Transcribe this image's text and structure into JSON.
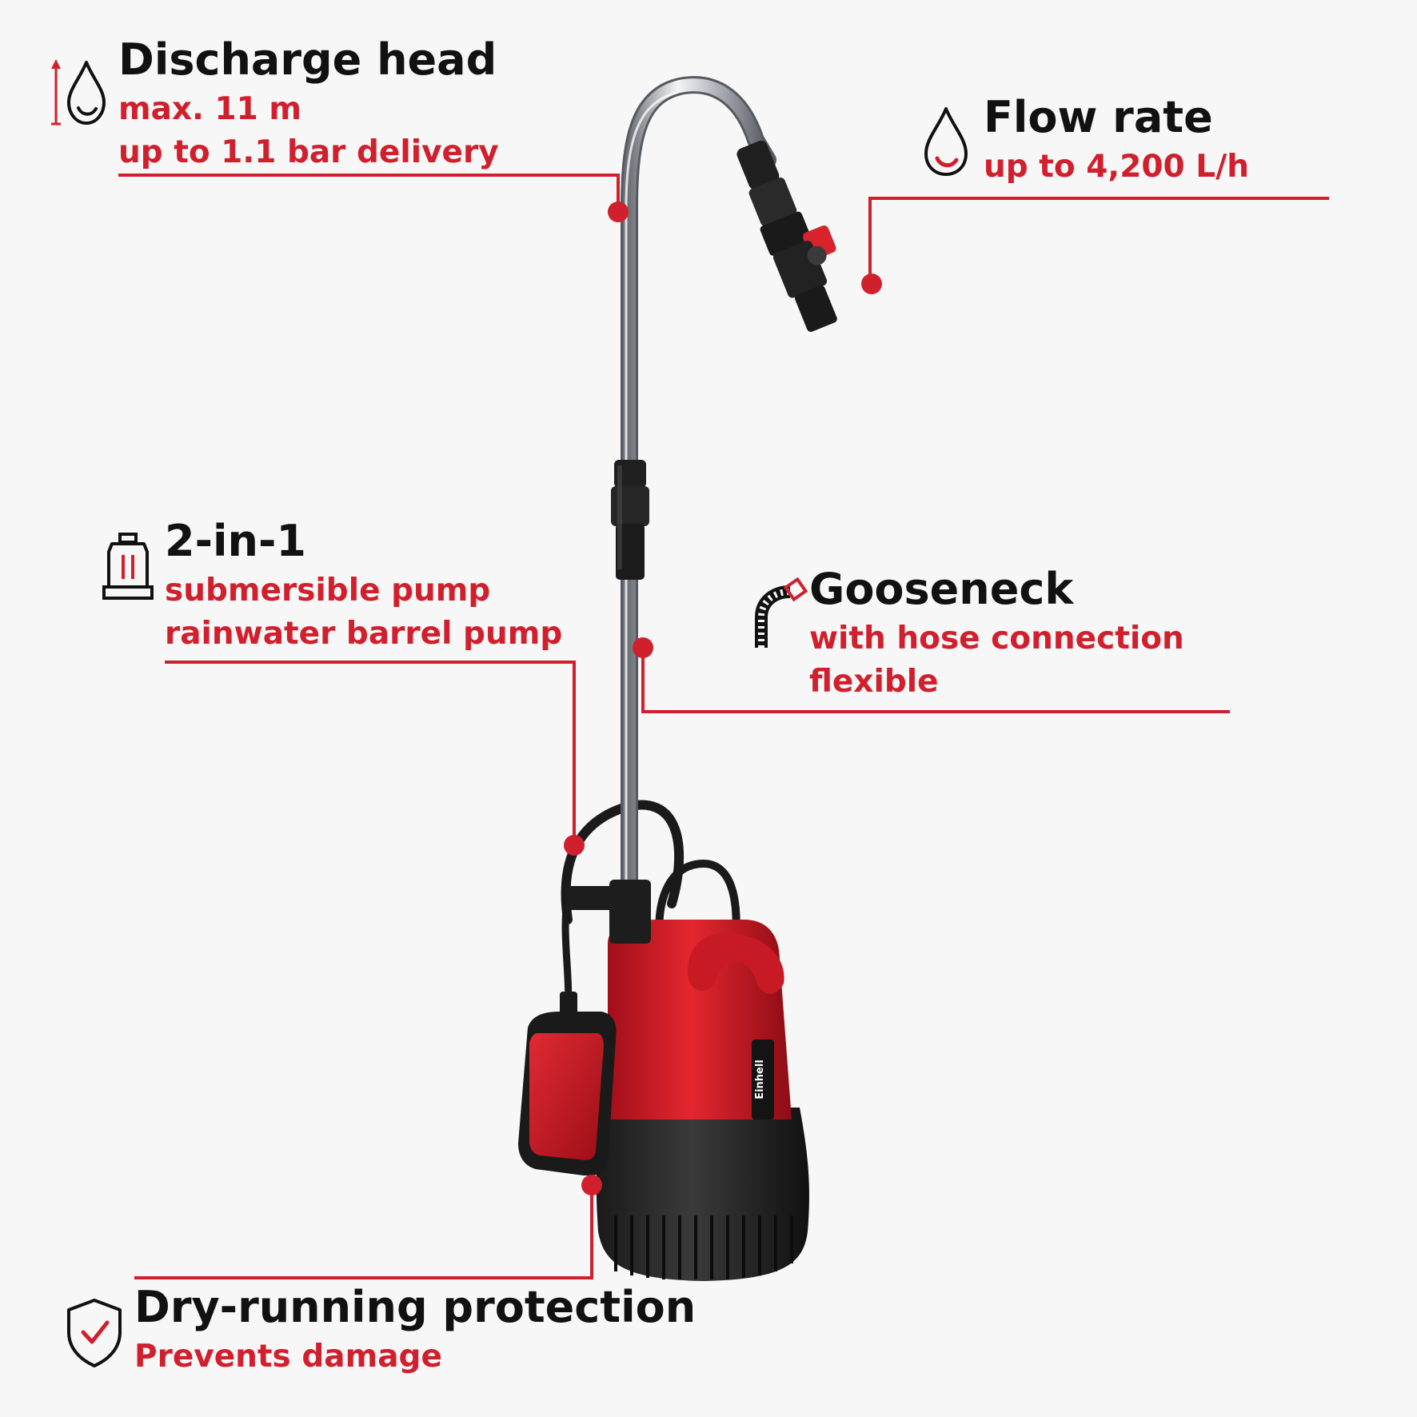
{
  "accent_color": "#d0202e",
  "text_color": "#111111",
  "features": {
    "discharge_head": {
      "title": "Discharge head",
      "lines": [
        "max. 11 m",
        "up to 1.1 bar delivery"
      ],
      "icon": "water-drop-height-icon"
    },
    "flow_rate": {
      "title": "Flow rate",
      "lines": [
        "up to 4,200 L/h"
      ],
      "icon": "water-drop-icon"
    },
    "two_in_one": {
      "title": "2-in-1",
      "lines": [
        "submersible pump",
        "rainwater barrel pump"
      ],
      "icon": "pump-icon"
    },
    "gooseneck": {
      "title": "Gooseneck",
      "lines": [
        "with hose connection",
        "flexible"
      ],
      "icon": "flexible-hose-icon"
    },
    "dry_running": {
      "title": "Dry-running protection",
      "lines": [
        "Prevents damage"
      ],
      "icon": "shield-check-icon"
    }
  },
  "product": {
    "name": "rainwater-barrel-pump",
    "brand": "Einhell"
  }
}
